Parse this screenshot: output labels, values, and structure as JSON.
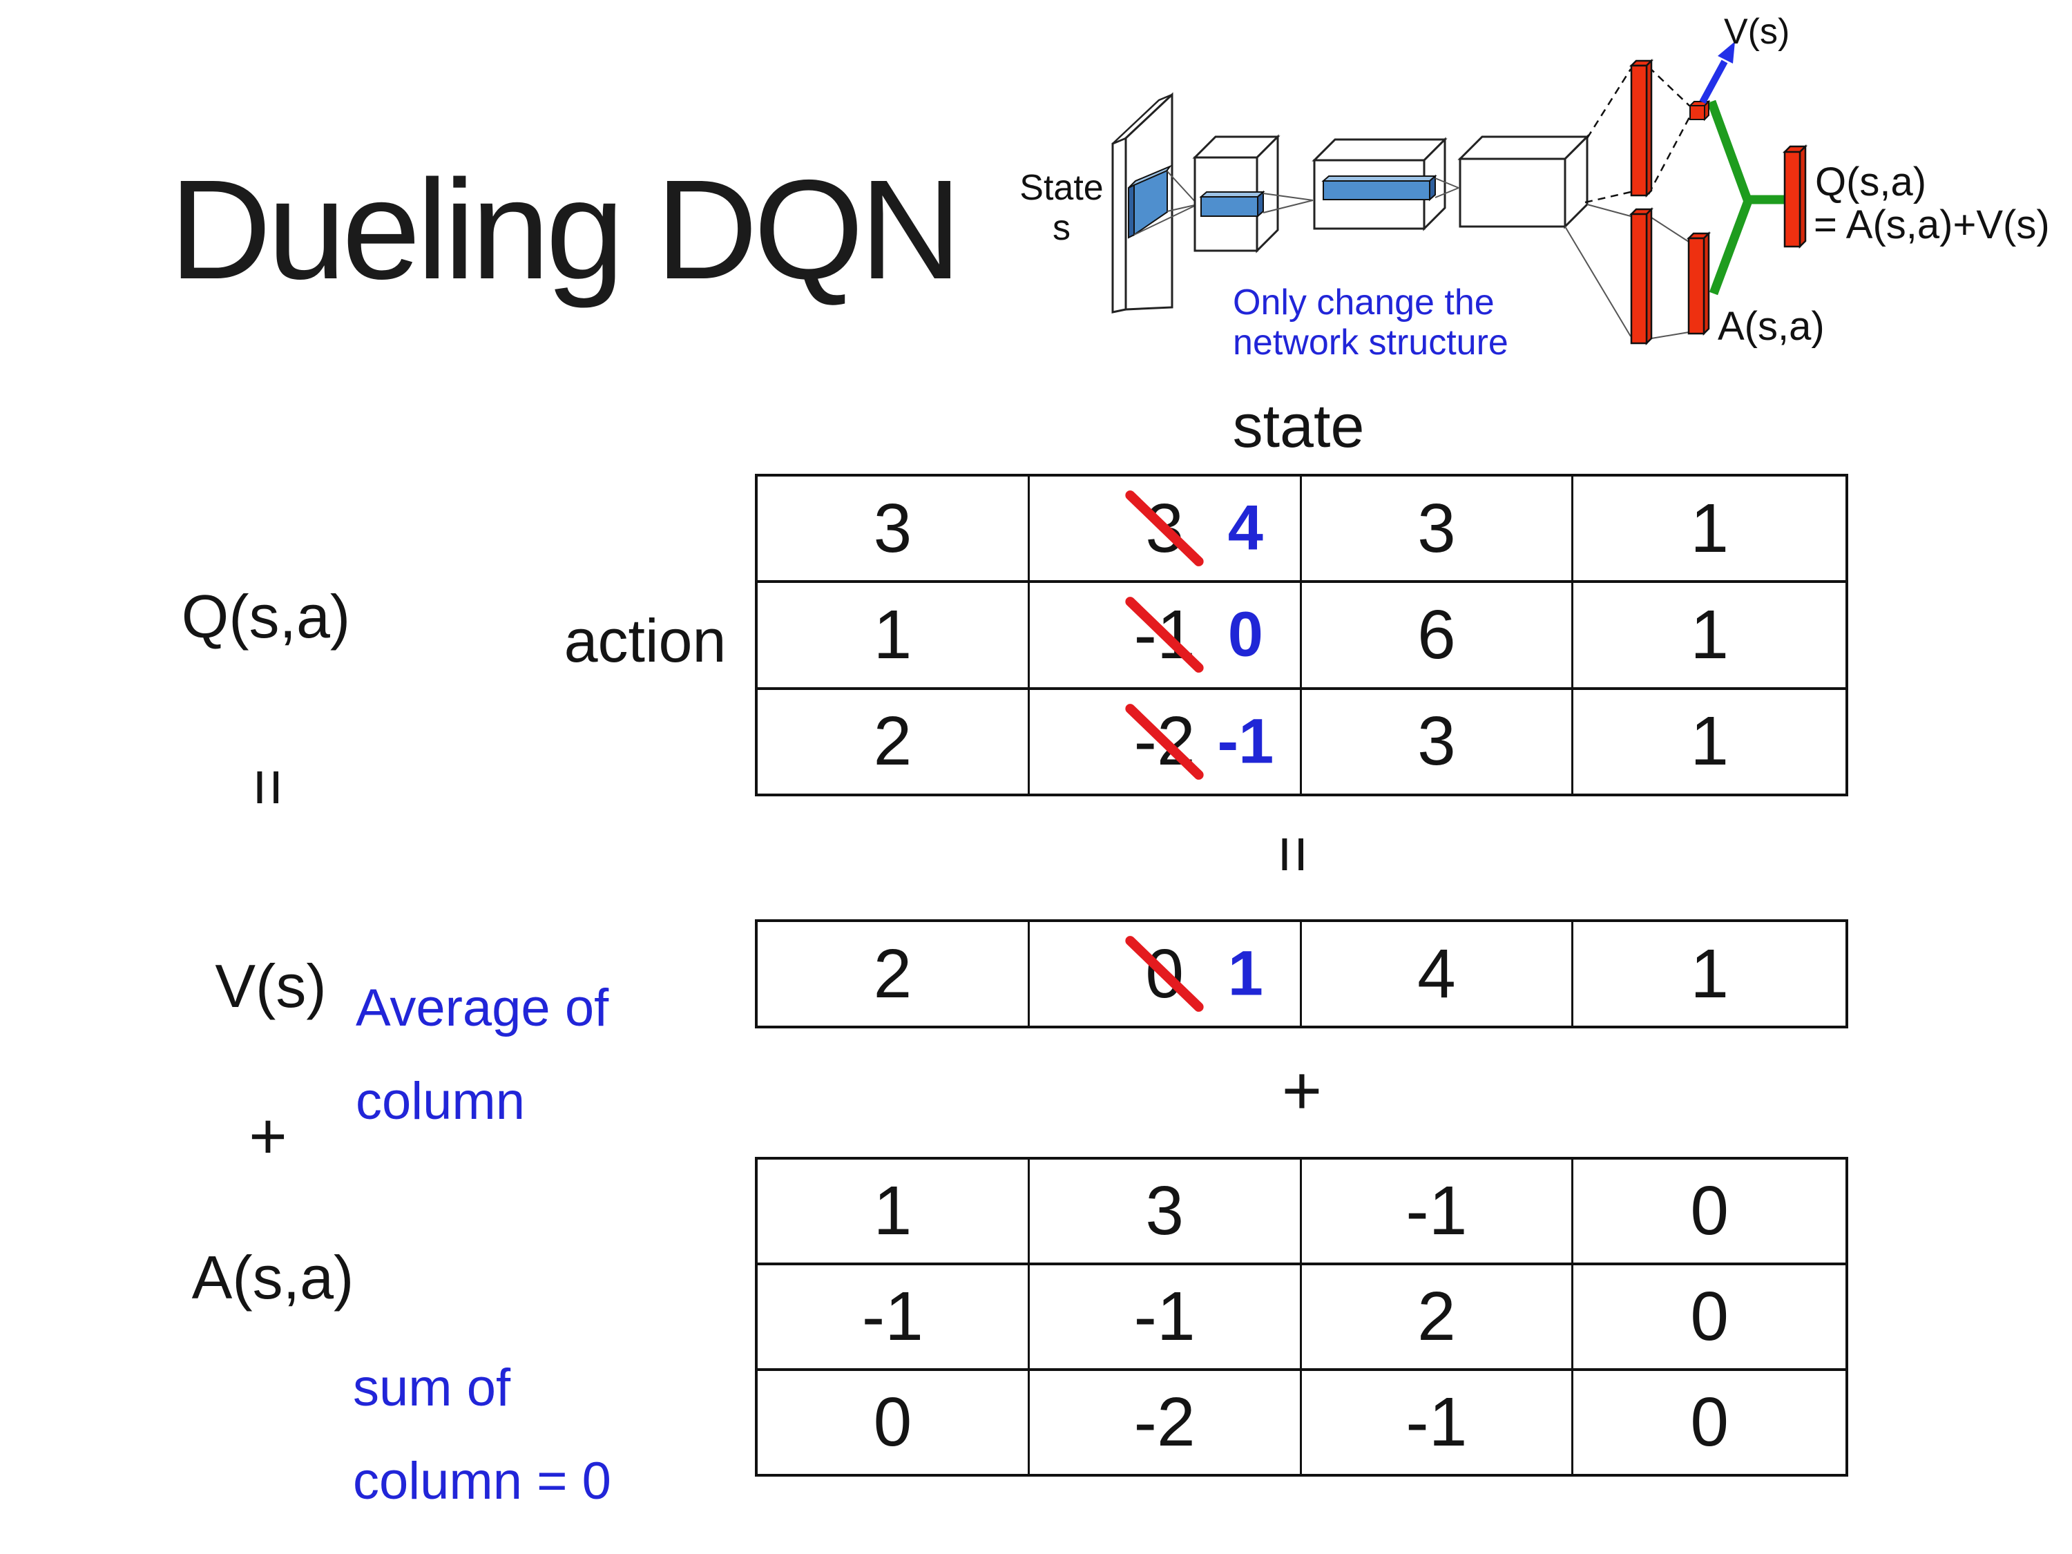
{
  "title": "Dueling DQN",
  "diagram": {
    "state_line1": "State",
    "state_line2": "s",
    "note_line1": "Only change the",
    "note_line2": "network structure",
    "v_output_label": "V(s)",
    "q_output_label_line1": "Q(s,a)",
    "q_output_label_line2": "= A(s,a)+V(s)",
    "a_output_label": "A(s,a)",
    "colors": {
      "red_bar": "#EE3010",
      "green_link": "#1E9C1E",
      "blue_arrow": "#2230E8",
      "conv_front": "#4F8FCE",
      "conv_top": "#9DC3E6",
      "conv_side": "#2E5F9E",
      "note_blue": "#2125D8"
    }
  },
  "equation": {
    "q_label": "Q(s,a)",
    "equals_left": "=",
    "v_label": "V(s)",
    "plus_left": "+",
    "a_label": "A(s,a)",
    "equals_mid": "=",
    "plus_mid": "+"
  },
  "notes": {
    "average_line1": "Average of",
    "average_line2": "column",
    "sum_line1": "sum of",
    "sum_line2": "column = 0"
  },
  "q_table": {
    "state_header": "state",
    "action_label": "action",
    "rows": [
      [
        "3",
        {
          "crossed": "3",
          "replacement": "4"
        },
        "3",
        "1"
      ],
      [
        "1",
        {
          "crossed": "-1",
          "replacement": "0"
        },
        "6",
        "1"
      ],
      [
        "2",
        {
          "crossed": "-2",
          "replacement": "-1"
        },
        "3",
        "1"
      ]
    ]
  },
  "v_row": {
    "rows": [
      [
        "2",
        {
          "crossed": "0",
          "replacement": "1"
        },
        "4",
        "1"
      ]
    ]
  },
  "a_table": {
    "rows": [
      [
        "1",
        "3",
        "-1",
        "0"
      ],
      [
        "-1",
        "-1",
        "2",
        "0"
      ],
      [
        "0",
        "-2",
        "-1",
        "0"
      ]
    ]
  },
  "highlight": {
    "crossed_color": "#141414",
    "replacement_color": "#2026D6",
    "slash_color": "#E41B1F"
  }
}
